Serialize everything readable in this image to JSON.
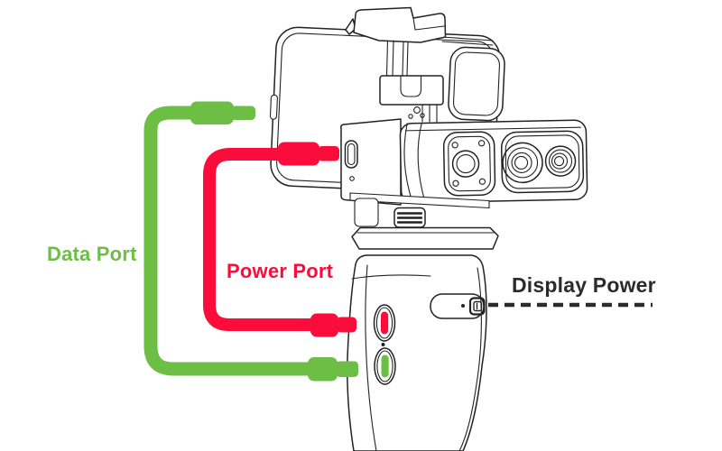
{
  "diagram": {
    "labels": {
      "data_port": "Data Port",
      "power_port": "Power Port",
      "display_power": "Display Power"
    },
    "colors": {
      "data_cable_green": "#6CBE45",
      "power_cable_red": "#FB0D3B",
      "label_dark": "#2B2B2B",
      "line_art": "#222222"
    },
    "device": {
      "parts": [
        "smartphone-in-clamp",
        "3d-scanner-camera",
        "gimbal-grip-handle"
      ],
      "ports": [
        {
          "name": "power-port",
          "color": "#FB0D3B",
          "location": "grip-upper-left"
        },
        {
          "name": "data-port",
          "color": "#6CBE45",
          "location": "grip-lower-left"
        },
        {
          "name": "scanner-usb-port",
          "location": "scanner-left-side"
        }
      ],
      "button": {
        "name": "display-power-button",
        "icon": "display-icon"
      }
    }
  }
}
